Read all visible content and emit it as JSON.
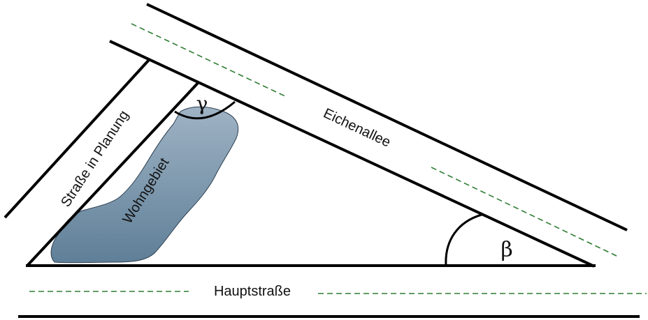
{
  "labels": {
    "planned_road": "Straße in Planung",
    "residential_area": "Wohngebiet",
    "avenue": "Eichenallee",
    "main_road": "Hauptstraße",
    "angle_gamma": "γ",
    "angle_beta": "β"
  },
  "colors": {
    "road_line": "#000000",
    "centerline": "#2e7d32",
    "area_fill_top": "#9fb3c4",
    "area_fill_bottom": "#5f7f98",
    "area_stroke": "#2c3e50"
  },
  "icons": {
    "residential_area": "residential-area-shape"
  }
}
